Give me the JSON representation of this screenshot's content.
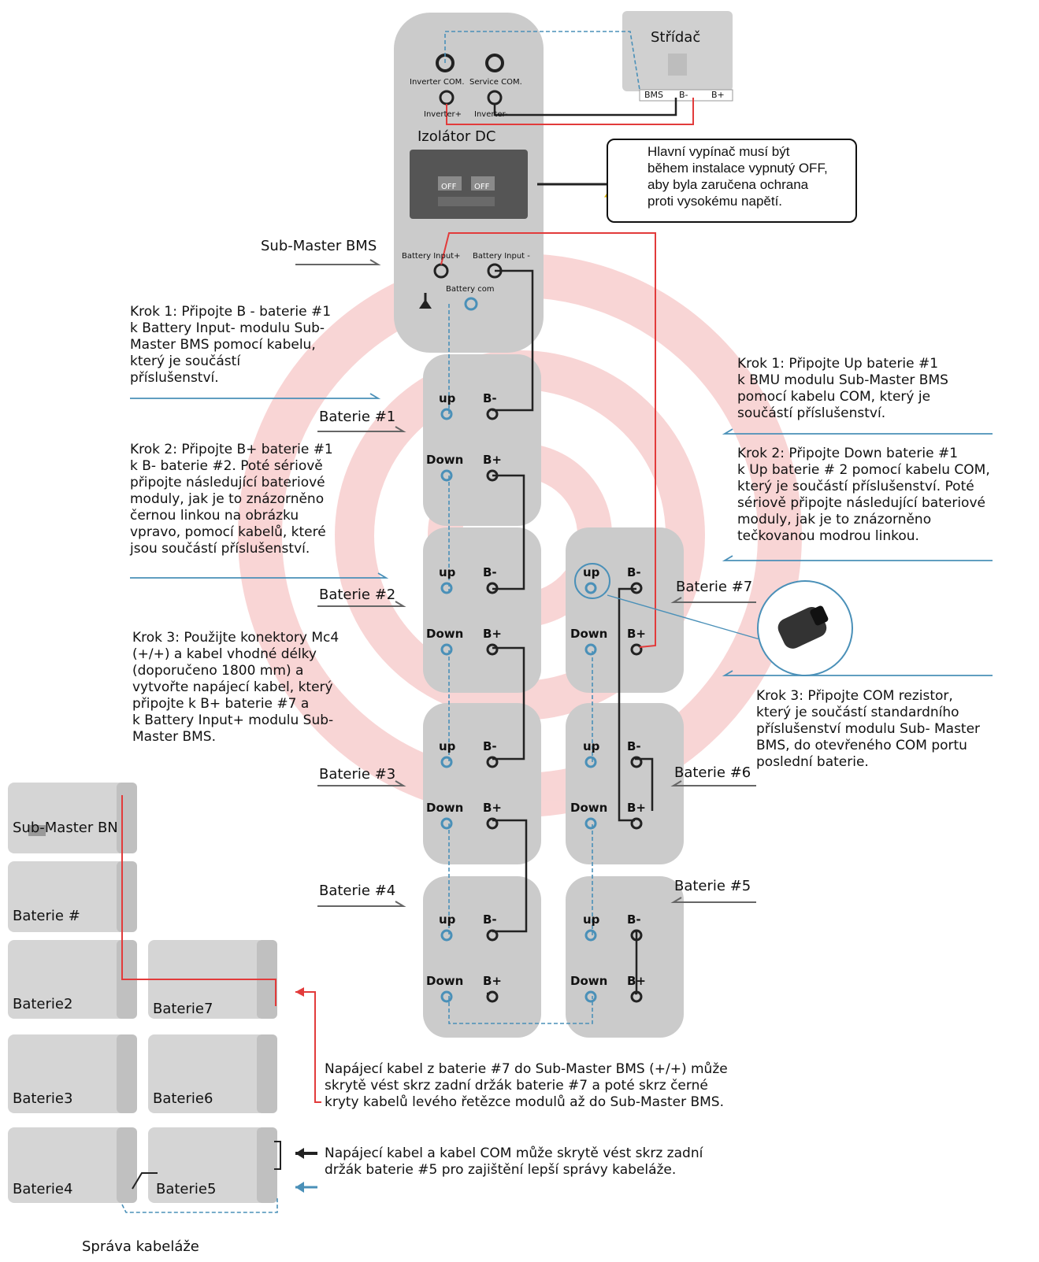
{
  "inverter": {
    "title": "Střídač",
    "ports": [
      "BMS",
      "B-",
      "B+"
    ]
  },
  "sub_master": {
    "ports": {
      "inverter_com": "Inverter COM.",
      "service_com": "Service COM.",
      "inverter_plus": "Inverter+",
      "inverter_minus": "Inverter-",
      "battery_input_plus": "Battery Input+",
      "battery_input_minus": "Battery Input -",
      "battery_com": "Battery com"
    },
    "isolator_label": "Izolátor DC",
    "switch_labels": [
      "OFF",
      "OFF"
    ],
    "side_label": "Sub-Master BMS"
  },
  "warning": {
    "lines": [
      "Hlavní vypínač musí být",
      "během instalace vypnutý OFF,",
      "aby byla zaručena ochrana",
      "proti vysokému napětí."
    ]
  },
  "battery_ports": {
    "up": "up",
    "down": "Down",
    "b_minus": "B-",
    "b_plus": "B+"
  },
  "battery_labels": {
    "b1": "Baterie  #1",
    "b2": "Baterie  #2",
    "b3": "Baterie  #3",
    "b4": "Baterie  #4",
    "b5": "Baterie  #5",
    "b6": "Baterie  #6",
    "b7": "Baterie  #7"
  },
  "left_steps": {
    "step1": [
      "Krok 1: Připojte B  - baterie  #1",
      "k Battery Input- modulu Sub-",
      "Master BMS pomocí kabelu,",
      "který je součástí",
      "příslušenství."
    ],
    "step2": [
      "Krok 2: Připojte B+ baterie    #1",
      "k B- baterie #2. Poté sériově",
      "připojte  následující bateriové",
      "moduly, jak je to znázorněno",
      "černou linkou na obrázku",
      "vpravo, pomocí  kabelů, které",
      "jsou součástí příslušenství."
    ],
    "step3": [
      "Krok 3: Použijte konektory Mc4",
      "(+/+) a kabel vhodné délky",
      "(doporučeno 1800 mm) a",
      "vytvořte napájecí kabel, který",
      "připojte k B+ baterie #7 a",
      "k Battery Input+ modulu Sub-",
      "Master BMS."
    ]
  },
  "right_steps": {
    "step1": [
      "Krok 1: Připojte Up baterie    #1",
      "k BMU modulu Sub-Master BMS",
      "pomocí kabelu COM, který je",
      "součástí příslušenství."
    ],
    "step2": [
      "Krok 2: Připojte Down baterie    #1",
      "k Up baterie # 2 pomocí kabelu COM,",
      "který je součástí příslušenství. Poté",
      "sériově připojte následující bateriové",
      "moduly, jak je to znázorněno",
      "tečkovanou modrou linkou."
    ],
    "step3": [
      "Krok 3: Připojte COM rezistor,",
      "který je součástí standardního",
      "příslušenství modulu Sub-  Master",
      "BMS, do otevřeného COM portu",
      "poslední baterie."
    ]
  },
  "stack_labels": {
    "sub_master": "Sub-Master BN",
    "b1": "Baterie #",
    "b2": "Baterie2",
    "b7": "Baterie7",
    "b3": "Baterie3",
    "b6": "Baterie6",
    "b4": "Baterie4",
    "b5": "Baterie5",
    "caption": "Správa kabeláže"
  },
  "notes": {
    "power_cable": [
      "Napájecí kabel z baterie   #7 do  Sub-Master BMS  (+/+)  může",
      "skrytě vést skrz zadní držák baterie #7 a poté skrz černé",
      "kryty kabelů levého řetězce modulů až do Sub-Master BMS."
    ],
    "com_cable": [
      "Napájecí kabel a kabel COM    může skrytě vést skrz zadní",
      "držák baterie #5 pro zajištění lepší správy kabeláže."
    ]
  },
  "colors": {
    "module_fill": "#c9c9c9",
    "red_cable": "#e23b3b",
    "blue_cable": "#4a90b8",
    "black_cable": "#222222",
    "watermark": "#f2b5b5",
    "warning_yellow": "#f2cf1f"
  }
}
